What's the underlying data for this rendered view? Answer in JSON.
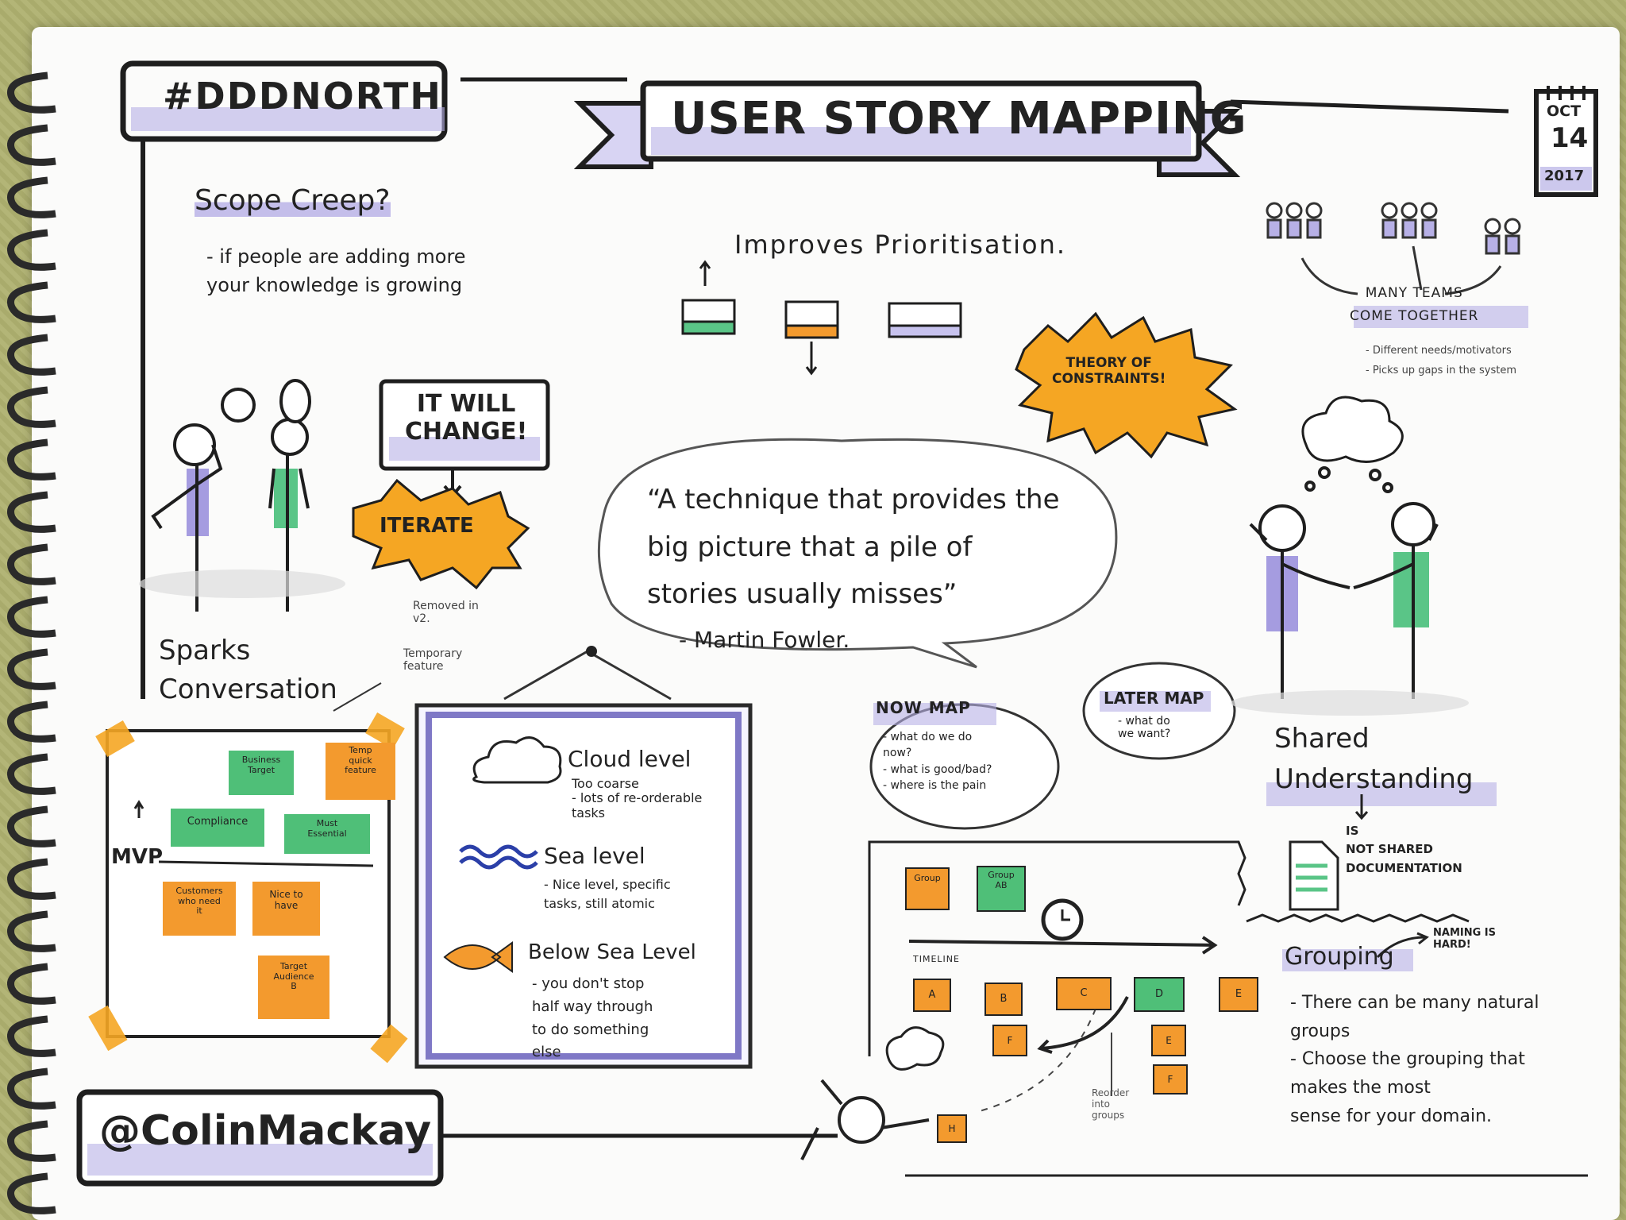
{
  "header": {
    "hashtag": "#DDDNORTH",
    "title": "USER STORY MAPPING",
    "date_month": "OCT",
    "date_day": "14",
    "date_year": "2017",
    "author": "@ColinMackay"
  },
  "scope": {
    "title": "Scope Creep?",
    "body": "- if people are adding more\nyour knowledge is growing"
  },
  "prioritisation": {
    "title": "Improves Prioritisation."
  },
  "theory": {
    "text": "THEORY OF\nCONSTRAINTS!"
  },
  "teams": {
    "title": "MANY TEAMS\nCOME TOGETHER",
    "notes": "- Different needs/motivators\n- Picks up gaps in the system"
  },
  "change": {
    "box": "IT WILL\nCHANGE!",
    "burst": "ITERATE"
  },
  "sparks": {
    "title": "Sparks\nConversation"
  },
  "quote": {
    "text": "“A technique that provides the\nbig picture that a pile of\nstories usually misses”",
    "author": "- Martin Fowler."
  },
  "removed_note": "Removed in\nv2.",
  "temp_note": "Temporary\nfeature",
  "board": {
    "mvp": "MVP",
    "notes": [
      {
        "text": "Business\nTarget",
        "color": "#4fbf78"
      },
      {
        "text": "Temp\nquick\nfeature",
        "color": "#f39a2e"
      },
      {
        "text": "Compliance",
        "color": "#4fbf78"
      },
      {
        "text": "Must\nEssential",
        "color": "#4fbf78"
      },
      {
        "text": "Customers\nwho need\nit",
        "color": "#f39a2e"
      },
      {
        "text": "Nice to\nhave",
        "color": "#f39a2e"
      },
      {
        "text": "Target\nAudience\nB",
        "color": "#f39a2e"
      }
    ]
  },
  "levels": {
    "cloud_title": "Cloud level",
    "cloud_body": "Too coarse\n- lots of re-orderable\ntasks",
    "sea_title": "Sea level",
    "sea_body": "- Nice level, specific\ntasks, still atomic",
    "below_title": "Below Sea Level",
    "below_body": "- you don't stop\nhalf way through\nto do something\nelse"
  },
  "now_map": {
    "title": "NOW MAP",
    "body": "- what do we do\nnow?\n- what is good/bad?\n- where is the pain"
  },
  "later_map": {
    "title": "LATER MAP",
    "body": "- what do\nwe want?"
  },
  "shared": {
    "title": "Shared\nUnderstanding",
    "is_not": "IS\nNOT SHARED\nDOCUMENTATION"
  },
  "timeline": {
    "label": "TIMELINE",
    "group_a": "Group",
    "group_b": "Group\nAB",
    "cards": [
      "A",
      "B",
      "C",
      "D",
      "E",
      "F",
      "E",
      "F",
      "H"
    ],
    "reorder": "Reorder\ninto\ngroups"
  },
  "grouping": {
    "title": "Grouping",
    "naming": "NAMING IS\nHARD!",
    "bullets": "- There can be many natural\ngroups\n- Choose the grouping that\nmakes the most\nsense for your domain."
  },
  "colors": {
    "purple": "#9b92dc",
    "orange": "#f39a2e",
    "green": "#4fbf78",
    "ink": "#1e1e1e"
  }
}
